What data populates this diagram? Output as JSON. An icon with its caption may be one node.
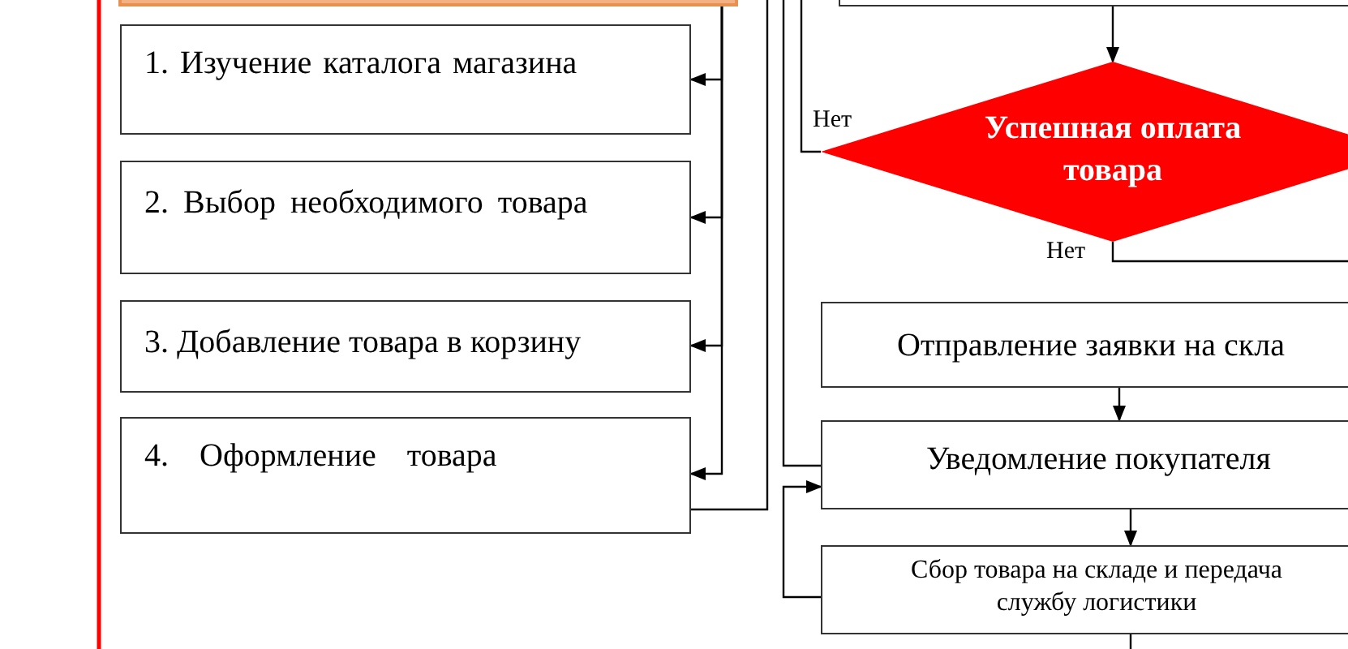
{
  "diagram": {
    "nodes": [
      {
        "text": [],
        "shape": "box"
      },
      {
        "text": [],
        "shape": "box"
      },
      {
        "text": [
          "1. Изучение каталога магазина"
        ]
      },
      {
        "text": [
          "2. Выбор необходимого товара"
        ]
      },
      {
        "text": [
          "3. Добавление товара в корзину"
        ]
      },
      {
        "text": [
          "4. Оформление товара"
        ]
      },
      {
        "text": [
          "Успешная оплата товара"
        ]
      },
      {
        "text": [
          "Отправление заявки на скла"
        ]
      },
      {
        "text": [
          "Уведомление покупателя"
        ]
      },
      {
        "text": [
          "Сбор товара на складе и передача службу логистики"
        ]
      }
    ],
    "edges": [
      {
        "from": 0,
        "to": 2,
        "arrow": "to"
      },
      {
        "from": 0,
        "to": 3,
        "arrow": "to"
      },
      {
        "from": 0,
        "to": 4,
        "arrow": "to"
      },
      {
        "from": 0,
        "to": 5,
        "arrow": "to"
      },
      {
        "from": 5,
        "to": null,
        "arrow": "none"
      },
      {
        "from": null,
        "to": 8,
        "arrow": "none"
      },
      {
        "from": 9,
        "to": 8,
        "arrow": "to"
      },
      {
        "from": 1,
        "to": 6,
        "arrow": "to"
      },
      {
        "from": 6,
        "to": null,
        "arrow": "none",
        "label": "Нет"
      },
      {
        "from": 6,
        "to": null,
        "arrow": "none",
        "label": "Нет"
      },
      {
        "from": 7,
        "to": 8,
        "arrow": "to"
      },
      {
        "from": 8,
        "to": 9,
        "arrow": "to"
      },
      {
        "from": 9,
        "to": null,
        "arrow": "none"
      }
    ]
  }
}
